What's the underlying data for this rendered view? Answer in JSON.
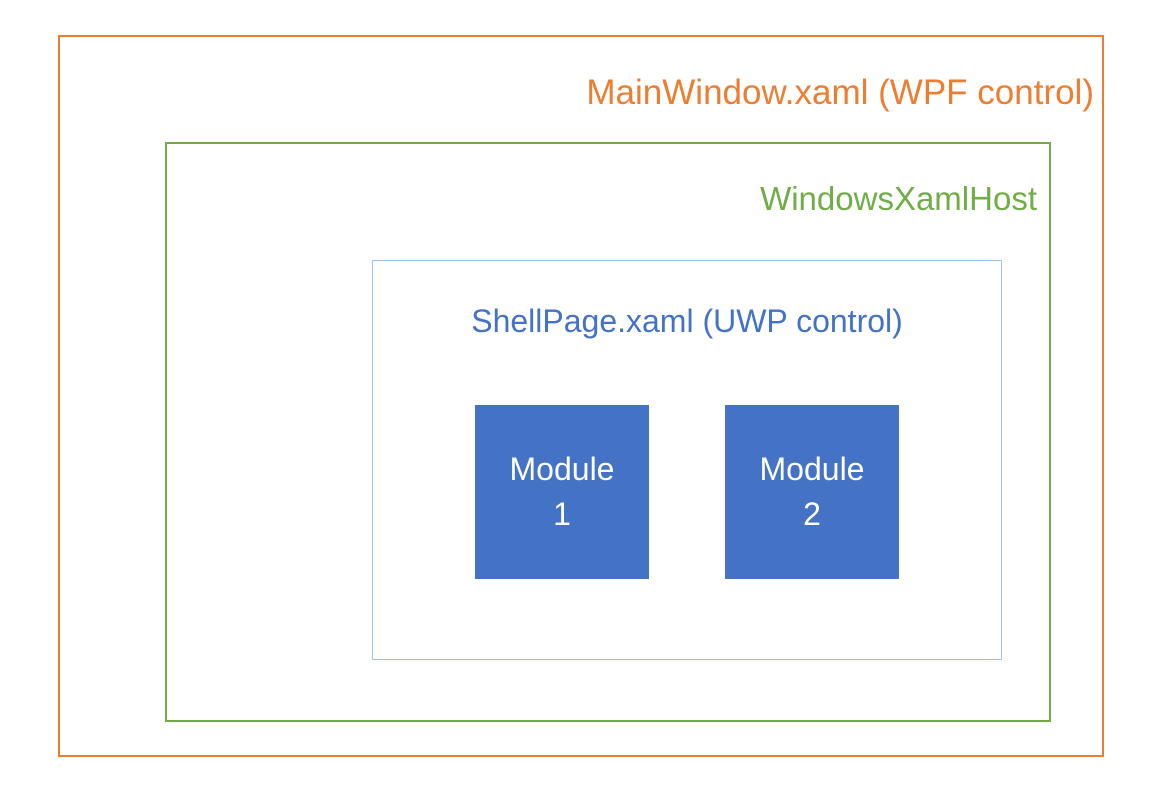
{
  "diagram": {
    "outer_box": {
      "label": "MainWindow.xaml (WPF control)",
      "color": "#ED7D31"
    },
    "host_box": {
      "label": "WindowsXamlHost",
      "color": "#70AD47"
    },
    "shell_box": {
      "label": "ShellPage.xaml (UWP control)",
      "border_color": "#9DC3E6",
      "text_color": "#4472C4"
    },
    "modules": [
      {
        "line1": "Module",
        "line2": "1"
      },
      {
        "line1": "Module",
        "line2": "2"
      }
    ],
    "module_style": {
      "fill": "#4472C4",
      "text_color": "#FFFFFF"
    }
  }
}
